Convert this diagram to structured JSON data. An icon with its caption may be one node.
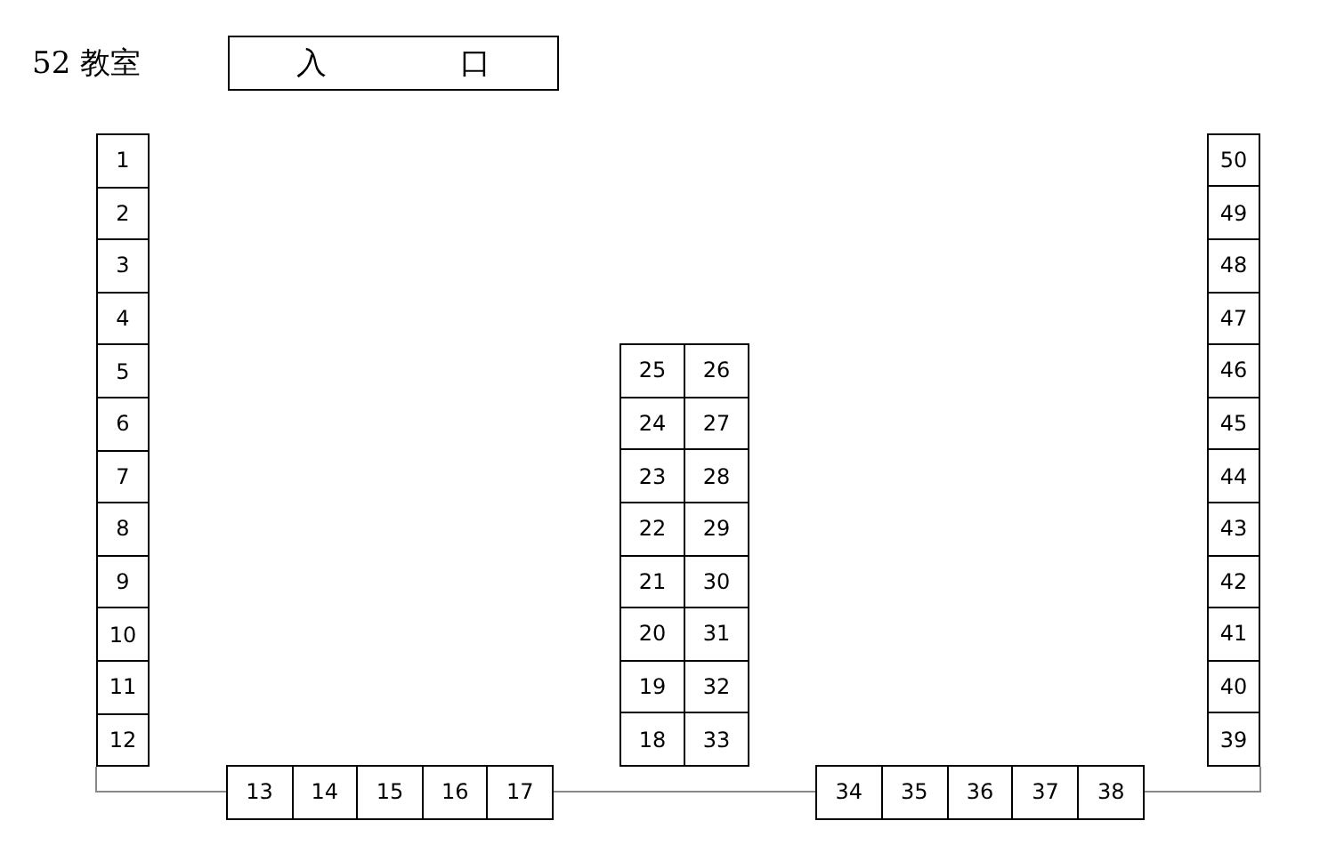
{
  "diagram": {
    "nodes": [
      {
        "text": [
          "入",
          "口"
        ]
      },
      {
        "text": [
          "1"
        ]
      },
      {
        "text": [
          "2"
        ]
      },
      {
        "text": [
          "3"
        ]
      },
      {
        "text": [
          "4"
        ]
      },
      {
        "text": [
          "5"
        ]
      },
      {
        "text": [
          "6"
        ]
      },
      {
        "text": [
          "7"
        ]
      },
      {
        "text": [
          "8"
        ]
      },
      {
        "text": [
          "9"
        ]
      },
      {
        "text": [
          "10"
        ]
      },
      {
        "text": [
          "11"
        ]
      },
      {
        "text": [
          "12"
        ]
      },
      {
        "text": [
          "13"
        ]
      },
      {
        "text": [
          "14"
        ]
      },
      {
        "text": [
          "15"
        ]
      },
      {
        "text": [
          "16"
        ]
      },
      {
        "text": [
          "17"
        ]
      },
      {
        "text": [
          "18"
        ]
      },
      {
        "text": [
          "19"
        ]
      },
      {
        "text": [
          "20"
        ]
      },
      {
        "text": [
          "21"
        ]
      },
      {
        "text": [
          "22"
        ]
      },
      {
        "text": [
          "23"
        ]
      },
      {
        "text": [
          "24"
        ]
      },
      {
        "text": [
          "25"
        ]
      },
      {
        "text": [
          "26"
        ]
      },
      {
        "text": [
          "27"
        ]
      },
      {
        "text": [
          "28"
        ]
      },
      {
        "text": [
          "29"
        ]
      },
      {
        "text": [
          "30"
        ]
      },
      {
        "text": [
          "31"
        ]
      },
      {
        "text": [
          "32"
        ]
      },
      {
        "text": [
          "33"
        ]
      },
      {
        "text": [
          "34"
        ]
      },
      {
        "text": [
          "35"
        ]
      },
      {
        "text": [
          "36"
        ]
      },
      {
        "text": [
          "37"
        ]
      },
      {
        "text": [
          "38"
        ]
      },
      {
        "text": [
          "39"
        ]
      },
      {
        "text": [
          "40"
        ]
      },
      {
        "text": [
          "41"
        ]
      },
      {
        "text": [
          "42"
        ]
      },
      {
        "text": [
          "43"
        ]
      },
      {
        "text": [
          "44"
        ]
      },
      {
        "text": [
          "45"
        ]
      },
      {
        "text": [
          "46"
        ]
      },
      {
        "text": [
          "47"
        ]
      },
      {
        "text": [
          "48"
        ]
      },
      {
        "text": [
          "49"
        ]
      },
      {
        "text": [
          "50"
        ]
      }
    ],
    "labels": [
      "52 教室"
    ]
  }
}
